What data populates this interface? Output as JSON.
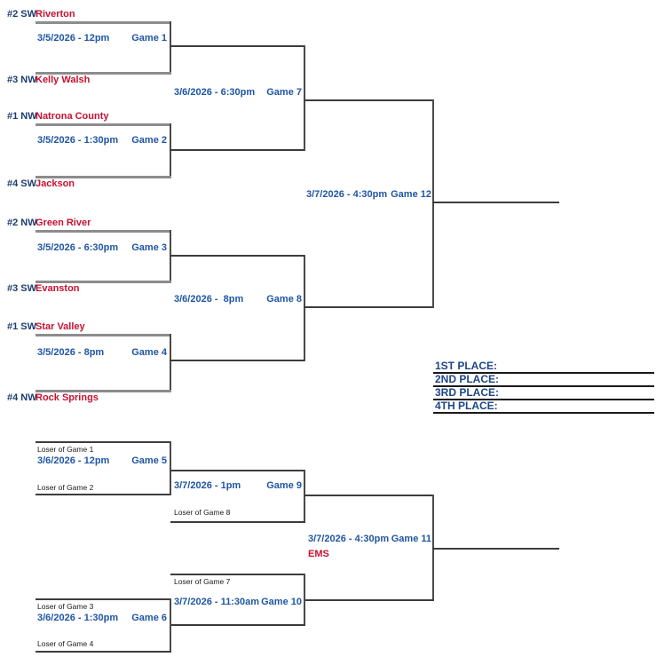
{
  "winners_bracket": {
    "round1_games": [
      {
        "label": "Game 1",
        "datetime": "3/5/2026 - 12pm",
        "top_seed": "#2 SW",
        "top_team": "Riverton",
        "bottom_seed": "#3 NW",
        "bottom_team": "Kelly Walsh"
      },
      {
        "label": "Game 2",
        "datetime": "3/5/2026 - 1:30pm",
        "top_seed": "#1 NW",
        "top_team": "Natrona County",
        "bottom_seed": "#4 SW",
        "bottom_team": "Jackson"
      },
      {
        "label": "Game 3",
        "datetime": "3/5/2026 - 6:30pm",
        "top_seed": "#2 NW",
        "top_team": "Green River",
        "bottom_seed": "#3 SW",
        "bottom_team": "Evanston"
      },
      {
        "label": "Game 4",
        "datetime": "3/5/2026 - 8pm",
        "top_seed": "#1 SW",
        "top_team": "Star Valley",
        "bottom_seed": "#4 NW",
        "bottom_team": "Rock Springs"
      }
    ],
    "semifinal_games": [
      {
        "label": "Game 7",
        "datetime": "3/6/2026 - 6:30pm"
      },
      {
        "label": "Game 8",
        "datetime": "3/6/2026 -  8pm"
      }
    ],
    "championship_game": {
      "label": "Game 12",
      "datetime": "3/7/2026 - 4:30pm"
    }
  },
  "placements": [
    "1ST PLACE:",
    "2ND PLACE:",
    "3RD PLACE:",
    "4TH PLACE:"
  ],
  "consolation_bracket": {
    "round1_games": [
      {
        "label": "Game 5",
        "datetime": "3/6/2026 - 12pm",
        "top_source": "Loser of Game 1",
        "bottom_source": "Loser of Game 2"
      },
      {
        "label": "Game 6",
        "datetime": "3/6/2026 - 1:30pm",
        "top_source": "Loser of Game 3",
        "bottom_source": "Loser of Game 4"
      }
    ],
    "round2_games": [
      {
        "label": "Game 9",
        "datetime": "3/7/2026 - 1pm",
        "bottom_source": "Loser of Game 8"
      },
      {
        "label": "Game 10",
        "datetime": "3/7/2026 - 11:30am",
        "top_source": "Loser of Game 7"
      }
    ],
    "consolation_final": {
      "label": "Game 11",
      "datetime": "3/7/2026 - 4:30pm",
      "location": "EMS"
    }
  },
  "colors": {
    "seed_navy": "#1C3C6E",
    "game_info_blue": "#1F55A4",
    "team_red": "#C51230",
    "placement_blue": "#1C4587",
    "team_line_gray": "#8C8C8C",
    "connector_dark": "#3C3C3C"
  }
}
